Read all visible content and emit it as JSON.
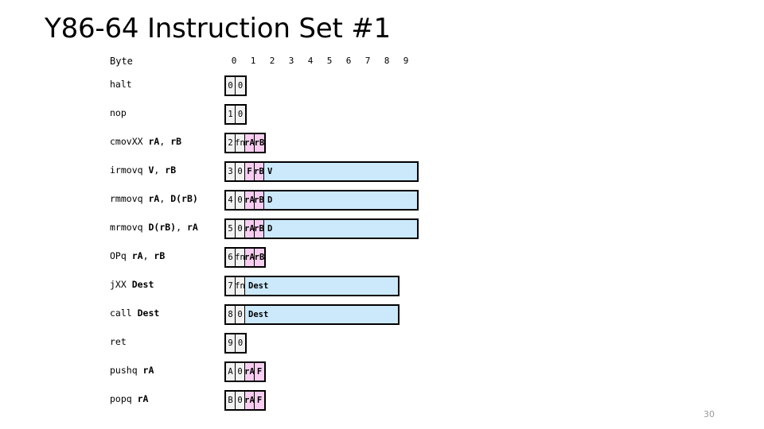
{
  "slide": {
    "title": "Y86-64 Instruction Set #1",
    "page_number": "30"
  },
  "colors": {
    "nibble_fill": "#F2F2F2",
    "register_fill": "#F9CDF2",
    "wide_field_fill": "#CBE9FB",
    "border": "#000000",
    "text": "#000000",
    "page_number": "#9B9B9B"
  },
  "table": {
    "byte_label": "Byte",
    "byte_ticks": [
      "0",
      "1",
      "2",
      "3",
      "4",
      "5",
      "6",
      "7",
      "8",
      "9"
    ],
    "rows": [
      {
        "name": "halt",
        "label_parts": [
          {
            "text": "halt",
            "bold": false
          }
        ],
        "total_bytes": 1,
        "cells": [
          {
            "text": "0",
            "kind": "nibble"
          },
          {
            "text": "0",
            "kind": "nibble"
          }
        ]
      },
      {
        "name": "nop",
        "label_parts": [
          {
            "text": "nop",
            "bold": false
          }
        ],
        "total_bytes": 1,
        "cells": [
          {
            "text": "1",
            "kind": "nibble"
          },
          {
            "text": "0",
            "kind": "nibble"
          }
        ]
      },
      {
        "name": "cmovXX",
        "label_parts": [
          {
            "text": "cmovXX ",
            "bold": false
          },
          {
            "text": "rA",
            "bold": true
          },
          {
            "text": ", ",
            "bold": false
          },
          {
            "text": "rB",
            "bold": true
          }
        ],
        "total_bytes": 2,
        "cells": [
          {
            "text": "2",
            "kind": "nibble"
          },
          {
            "text": "fn",
            "kind": "nibble"
          },
          {
            "text": "rA",
            "kind": "reg"
          },
          {
            "text": "rB",
            "kind": "reg"
          }
        ]
      },
      {
        "name": "irmovq",
        "label_parts": [
          {
            "text": "irmovq ",
            "bold": false
          },
          {
            "text": "V",
            "bold": true
          },
          {
            "text": ", ",
            "bold": false
          },
          {
            "text": "rB",
            "bold": true
          }
        ],
        "total_bytes": 10,
        "cells": [
          {
            "text": "3",
            "kind": "nibble"
          },
          {
            "text": "0",
            "kind": "nibble"
          },
          {
            "text": "F",
            "kind": "reg"
          },
          {
            "text": "rB",
            "kind": "reg"
          },
          {
            "text": "V",
            "kind": "wide",
            "bytes": 8
          }
        ]
      },
      {
        "name": "rmmovq",
        "label_parts": [
          {
            "text": "rmmovq ",
            "bold": false
          },
          {
            "text": "rA",
            "bold": true
          },
          {
            "text": ", ",
            "bold": false
          },
          {
            "text": "D(rB)",
            "bold": true
          }
        ],
        "total_bytes": 10,
        "cells": [
          {
            "text": "4",
            "kind": "nibble"
          },
          {
            "text": "0",
            "kind": "nibble"
          },
          {
            "text": "rA",
            "kind": "reg"
          },
          {
            "text": "rB",
            "kind": "reg"
          },
          {
            "text": "D",
            "kind": "wide",
            "bytes": 8
          }
        ]
      },
      {
        "name": "mrmovq",
        "label_parts": [
          {
            "text": "mrmovq ",
            "bold": false
          },
          {
            "text": "D(rB)",
            "bold": true
          },
          {
            "text": ", ",
            "bold": false
          },
          {
            "text": "rA",
            "bold": true
          }
        ],
        "total_bytes": 10,
        "cells": [
          {
            "text": "5",
            "kind": "nibble"
          },
          {
            "text": "0",
            "kind": "nibble"
          },
          {
            "text": "rA",
            "kind": "reg"
          },
          {
            "text": "rB",
            "kind": "reg"
          },
          {
            "text": "D",
            "kind": "wide",
            "bytes": 8
          }
        ]
      },
      {
        "name": "OPq",
        "label_parts": [
          {
            "text": "OPq ",
            "bold": false
          },
          {
            "text": "rA",
            "bold": true
          },
          {
            "text": ", ",
            "bold": false
          },
          {
            "text": "rB",
            "bold": true
          }
        ],
        "total_bytes": 2,
        "cells": [
          {
            "text": "6",
            "kind": "nibble"
          },
          {
            "text": "fn",
            "kind": "nibble"
          },
          {
            "text": "rA",
            "kind": "reg"
          },
          {
            "text": "rB",
            "kind": "reg"
          }
        ]
      },
      {
        "name": "jXX",
        "label_parts": [
          {
            "text": "jXX ",
            "bold": false
          },
          {
            "text": "Dest",
            "bold": true
          }
        ],
        "total_bytes": 9,
        "cells": [
          {
            "text": "7",
            "kind": "nibble"
          },
          {
            "text": "fn",
            "kind": "nibble"
          },
          {
            "text": "Dest",
            "kind": "wide",
            "bytes": 8
          }
        ]
      },
      {
        "name": "call",
        "label_parts": [
          {
            "text": "call ",
            "bold": false
          },
          {
            "text": "Dest",
            "bold": true
          }
        ],
        "total_bytes": 9,
        "cells": [
          {
            "text": "8",
            "kind": "nibble"
          },
          {
            "text": "0",
            "kind": "nibble"
          },
          {
            "text": "Dest",
            "kind": "wide",
            "bytes": 8
          }
        ]
      },
      {
        "name": "ret",
        "label_parts": [
          {
            "text": "ret",
            "bold": false
          }
        ],
        "total_bytes": 1,
        "cells": [
          {
            "text": "9",
            "kind": "nibble"
          },
          {
            "text": "0",
            "kind": "nibble"
          }
        ]
      },
      {
        "name": "pushq",
        "label_parts": [
          {
            "text": "pushq ",
            "bold": false
          },
          {
            "text": "rA",
            "bold": true
          }
        ],
        "total_bytes": 2,
        "cells": [
          {
            "text": "A",
            "kind": "nibble"
          },
          {
            "text": "0",
            "kind": "nibble"
          },
          {
            "text": "rA",
            "kind": "reg"
          },
          {
            "text": "F",
            "kind": "reg"
          }
        ]
      },
      {
        "name": "popq",
        "label_parts": [
          {
            "text": "popq ",
            "bold": false
          },
          {
            "text": "rA",
            "bold": true
          }
        ],
        "total_bytes": 2,
        "cells": [
          {
            "text": "B",
            "kind": "nibble"
          },
          {
            "text": "0",
            "kind": "nibble"
          },
          {
            "text": "rA",
            "kind": "reg"
          },
          {
            "text": "F",
            "kind": "reg"
          }
        ]
      }
    ]
  }
}
